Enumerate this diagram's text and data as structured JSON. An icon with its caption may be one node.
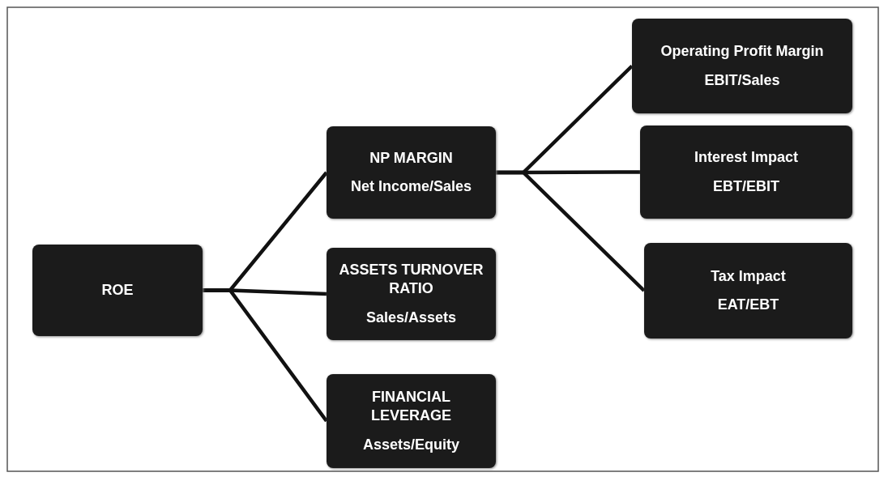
{
  "diagram": {
    "nodes": [
      {
        "text": [
          "ROE"
        ]
      },
      {
        "text": [
          "NP MARGIN",
          "Net Income/Sales"
        ]
      },
      {
        "text": [
          "ASSETS TURNOVER RATIO",
          "Sales/Assets"
        ]
      },
      {
        "text": [
          "FINANCIAL LEVERAGE",
          "Assets/Equity"
        ]
      },
      {
        "text": [
          "Operating Profit Margin",
          "EBIT/Sales"
        ]
      },
      {
        "text": [
          "Interest Impact",
          "EBT/EBIT"
        ]
      },
      {
        "text": [
          "Tax Impact",
          "EAT/EBT"
        ]
      }
    ],
    "edges": [
      {
        "from": 0,
        "to": 1,
        "arrow": "none"
      },
      {
        "from": 0,
        "to": 2,
        "arrow": "none"
      },
      {
        "from": 0,
        "to": 3,
        "arrow": "none"
      },
      {
        "from": 1,
        "to": 4,
        "arrow": "none"
      },
      {
        "from": 1,
        "to": 5,
        "arrow": "none"
      },
      {
        "from": 1,
        "to": 6,
        "arrow": "none"
      }
    ]
  }
}
